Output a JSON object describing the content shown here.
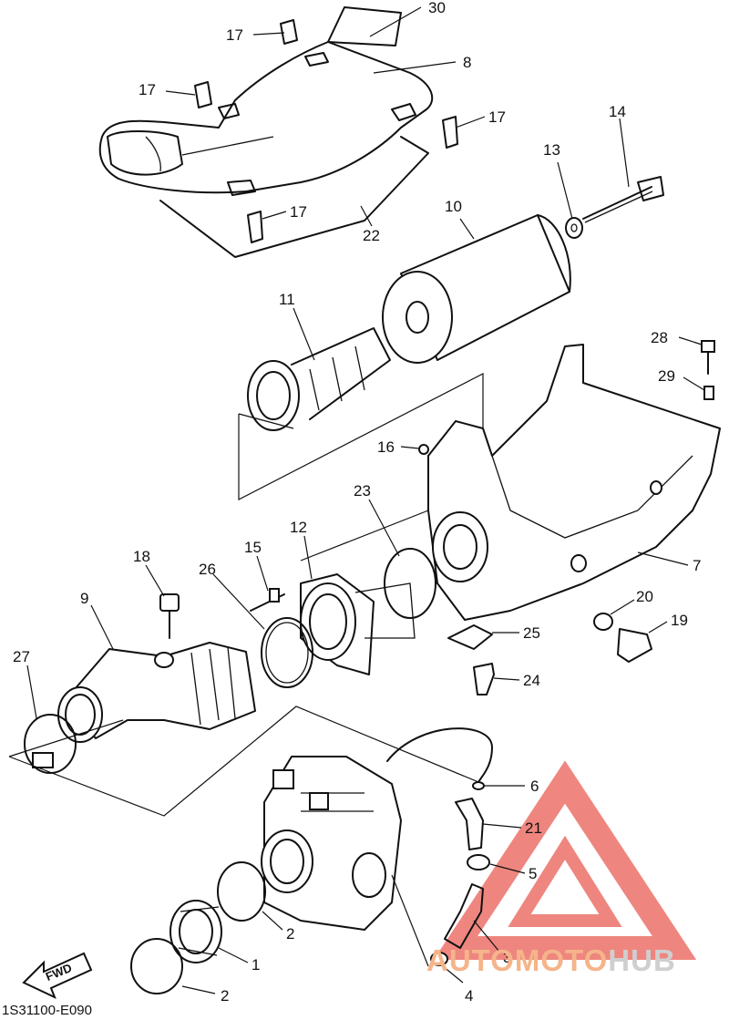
{
  "callouts": [
    {
      "id": "30",
      "label": "30"
    },
    {
      "id": "8",
      "label": "8"
    },
    {
      "id": "17a",
      "label": "17"
    },
    {
      "id": "17b",
      "label": "17"
    },
    {
      "id": "17c",
      "label": "17"
    },
    {
      "id": "17d",
      "label": "17"
    },
    {
      "id": "22",
      "label": "22"
    },
    {
      "id": "10",
      "label": "10"
    },
    {
      "id": "13",
      "label": "13"
    },
    {
      "id": "14",
      "label": "14"
    },
    {
      "id": "11",
      "label": "11"
    },
    {
      "id": "28",
      "label": "28"
    },
    {
      "id": "29",
      "label": "29"
    },
    {
      "id": "16",
      "label": "16"
    },
    {
      "id": "23",
      "label": "23"
    },
    {
      "id": "12",
      "label": "12"
    },
    {
      "id": "15",
      "label": "15"
    },
    {
      "id": "18",
      "label": "18"
    },
    {
      "id": "26",
      "label": "26"
    },
    {
      "id": "9",
      "label": "9"
    },
    {
      "id": "7",
      "label": "7"
    },
    {
      "id": "20",
      "label": "20"
    },
    {
      "id": "19",
      "label": "19"
    },
    {
      "id": "25",
      "label": "25"
    },
    {
      "id": "24",
      "label": "24"
    },
    {
      "id": "27",
      "label": "27"
    },
    {
      "id": "6",
      "label": "6"
    },
    {
      "id": "21",
      "label": "21"
    },
    {
      "id": "5",
      "label": "5"
    },
    {
      "id": "2a",
      "label": "2"
    },
    {
      "id": "1",
      "label": "1"
    },
    {
      "id": "3",
      "label": "3"
    },
    {
      "id": "2b",
      "label": "2"
    },
    {
      "id": "4",
      "label": "4"
    }
  ],
  "fwd_label": "FWD",
  "diagram_code": "1S31100-E090",
  "watermark": {
    "part1": "AUTOMOTO",
    "part2": "HUB"
  },
  "colors": {
    "line": "#111111",
    "watermark_red": "#e8534a",
    "watermark_orange": "#f5b48a",
    "watermark_grey": "#cfcfcf"
  }
}
